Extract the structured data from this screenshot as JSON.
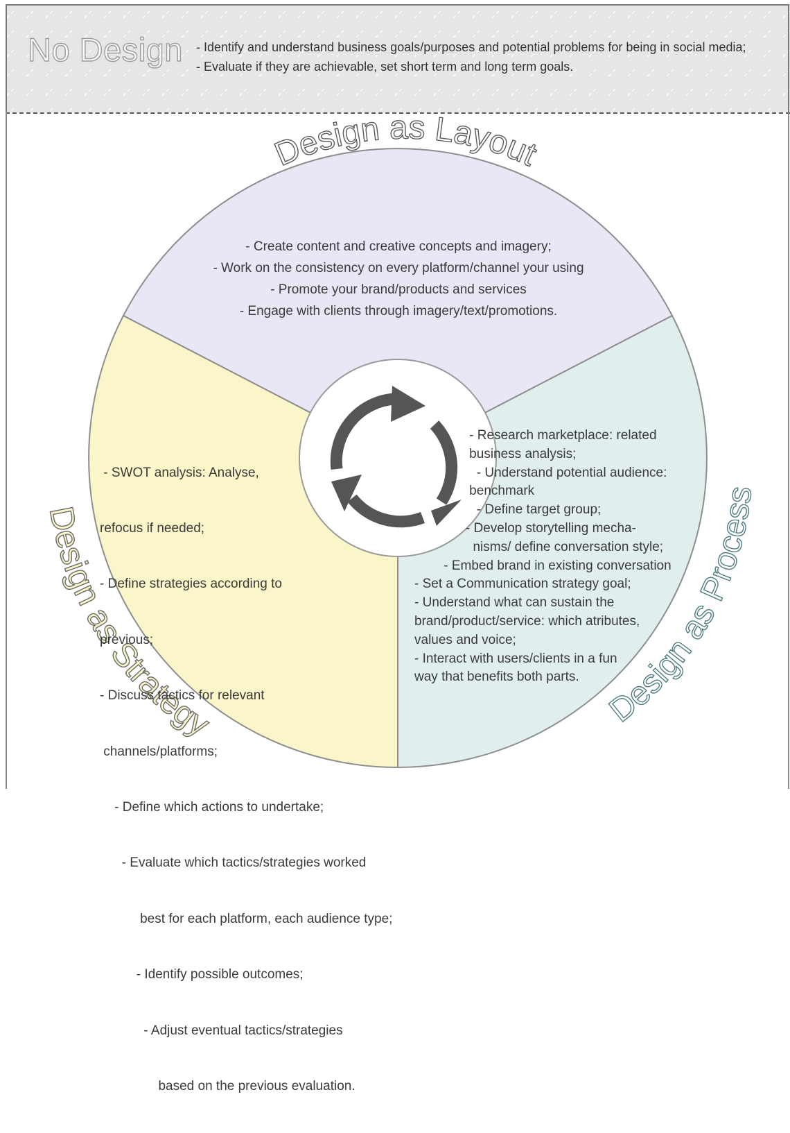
{
  "no_design": {
    "title": "No Design",
    "lines": [
      "- Identify and understand business goals/purposes and  potential problems for being in social media;",
      "- Evaluate if they are achievable, set short term  and long term goals."
    ]
  },
  "layout": {
    "title": "Design as Layout",
    "color": "#e9e6f5",
    "lines": [
      "- Create content and creative concepts and imagery;",
      "- Work on the consistency on every platform/channel your using",
      "- Promote your brand/products and services",
      "- Engage with clients through imagery/text/promotions."
    ]
  },
  "strategy": {
    "title": "Design as Strategy",
    "color": "#fbf6c9",
    "lines": [
      " - SWOT analysis: Analyse,",
      "refocus if needed;",
      "- Define strategies according to",
      "previous;",
      "- Discuss tactics for relevant",
      " channels/platforms;",
      "    - Define which actions to undertake;",
      "      - Evaluate which tactics/strategies worked",
      "           best for each platform, each audience type;",
      "          - Identify possible outcomes;",
      "            - Adjust eventual tactics/strategies",
      "                based on the previous evaluation."
    ]
  },
  "process": {
    "title": "Design as Process",
    "color": "#e1eeee",
    "lines": [
      "               - Research marketplace: related",
      "               business analysis;",
      "                 - Understand potential audience:",
      "               benchmark",
      "                 - Define target group;",
      "              - Develop storytelling mecha-",
      "                nisms/ define conversation style;",
      "        - Embed brand in existing conversation",
      "- Set a Communication strategy goal;",
      "- Understand what can sustain the",
      "brand/product/service: which atributes,",
      "values and voice;",
      "- Interact with users/clients in a fun",
      "way that benefits both parts."
    ]
  },
  "center": {
    "icon": "cycle-arrows-icon",
    "color": "#555555"
  }
}
